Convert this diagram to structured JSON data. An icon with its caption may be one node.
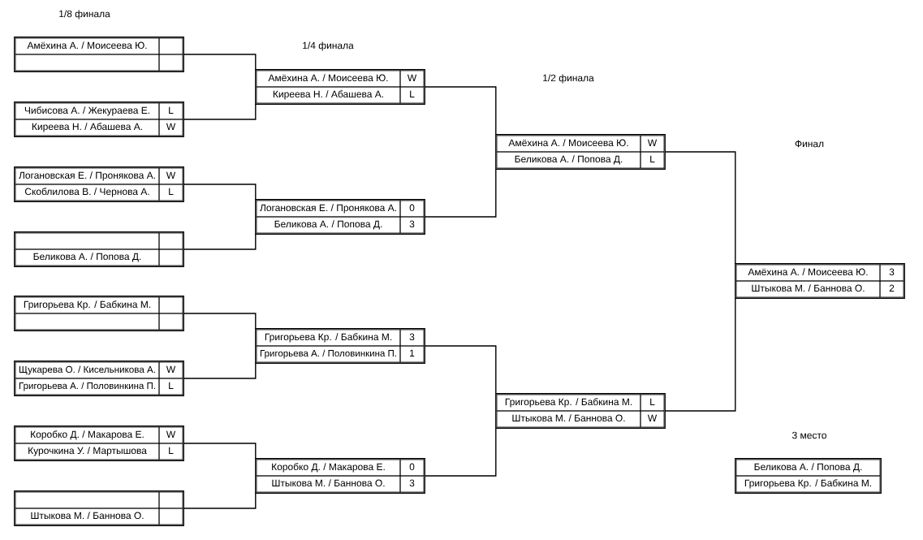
{
  "diagram": {
    "nodes": [
      {
        "text": [],
        "shape": "box"
      },
      {
        "text": [
          "Амёхина А. / Моисеева Ю."
        ],
        "in": 0
      },
      {
        "text": [],
        "shape": "box",
        "in": 0
      },
      {
        "text": [],
        "shape": "box",
        "in": 0
      },
      {
        "text": [],
        "shape": "box",
        "in": 0
      },
      {
        "text": [],
        "shape": "box"
      },
      {
        "text": [
          "Чибисова А. / Жекураева Е."
        ],
        "in": 5
      },
      {
        "text": [
          "L"
        ],
        "in": 5
      },
      {
        "text": [
          "Киреева Н. / Абашева А."
        ],
        "in": 5
      },
      {
        "text": [
          "W"
        ],
        "in": 5
      },
      {
        "text": [],
        "shape": "box"
      },
      {
        "text": [
          "Логановская Е. / Пронякова А."
        ],
        "in": 10
      },
      {
        "text": [
          "W"
        ],
        "in": 10
      },
      {
        "text": [
          "Скоблилова В. / Чернова А."
        ],
        "in": 10
      },
      {
        "text": [
          "L"
        ],
        "in": 10
      },
      {
        "text": [],
        "shape": "box"
      },
      {
        "text": [],
        "shape": "box",
        "in": 15
      },
      {
        "text": [],
        "shape": "box",
        "in": 15
      },
      {
        "text": [
          "Беликова А. / Попова Д."
        ],
        "in": 15
      },
      {
        "text": [],
        "shape": "box",
        "in": 15
      },
      {
        "text": [],
        "shape": "box"
      },
      {
        "text": [
          "Григорьева Кр. / Бабкина М."
        ],
        "in": 20
      },
      {
        "text": [],
        "shape": "box",
        "in": 20
      },
      {
        "text": [],
        "shape": "box",
        "in": 20
      },
      {
        "text": [],
        "shape": "box",
        "in": 20
      },
      {
        "text": [],
        "shape": "box"
      },
      {
        "text": [
          "Щукарева О. / Кисельникова А."
        ],
        "in": 25
      },
      {
        "text": [
          "W"
        ],
        "in": 25
      },
      {
        "text": [
          "Григорьева А. / Половинкина П."
        ],
        "in": 25
      },
      {
        "text": [
          "L"
        ],
        "in": 25
      },
      {
        "text": [],
        "shape": "box"
      },
      {
        "text": [
          "Коробко Д. / Макарова Е."
        ],
        "in": 30
      },
      {
        "text": [
          "W"
        ],
        "in": 30
      },
      {
        "text": [
          "Курочкина У. / Мартышова"
        ],
        "in": 30
      },
      {
        "text": [
          "L"
        ],
        "in": 30
      },
      {
        "text": [],
        "shape": "box"
      },
      {
        "text": [],
        "shape": "box",
        "in": 35
      },
      {
        "text": [],
        "shape": "box",
        "in": 35
      },
      {
        "text": [
          "Штыкова М. / Баннова О."
        ],
        "in": 35
      },
      {
        "text": [],
        "shape": "box",
        "in": 35
      },
      {
        "text": [],
        "shape": "box"
      },
      {
        "text": [
          "Амёхина А. / Моисеева Ю."
        ],
        "in": 40
      },
      {
        "text": [
          "W"
        ],
        "in": 40
      },
      {
        "text": [
          "Киреева Н. / Абашева А."
        ],
        "in": 40
      },
      {
        "text": [
          "L"
        ],
        "in": 40
      },
      {
        "text": [],
        "shape": "box"
      },
      {
        "text": [
          "Логановская Е. / Пронякова А."
        ],
        "in": 45
      },
      {
        "text": [
          "0"
        ],
        "in": 45
      },
      {
        "text": [
          "Беликова А. / Попова Д."
        ],
        "in": 45
      },
      {
        "text": [
          "3"
        ],
        "in": 45
      },
      {
        "text": [],
        "shape": "box"
      },
      {
        "text": [
          "Григорьева Кр. / Бабкина М."
        ],
        "in": 50
      },
      {
        "text": [
          "3"
        ],
        "in": 50
      },
      {
        "text": [
          "Григорьева А. / Половинкина П."
        ],
        "in": 50
      },
      {
        "text": [
          "1"
        ],
        "in": 50
      },
      {
        "text": [],
        "shape": "box"
      },
      {
        "text": [
          "Коробко Д. / Макарова Е."
        ],
        "in": 55
      },
      {
        "text": [
          "0"
        ],
        "in": 55
      },
      {
        "text": [
          "Штыкова М. / Баннова О."
        ],
        "in": 55
      },
      {
        "text": [
          "3"
        ],
        "in": 55
      },
      {
        "text": [],
        "shape": "box"
      },
      {
        "text": [
          "Амёхина А. / Моисеева Ю."
        ],
        "in": 60
      },
      {
        "text": [
          "W"
        ],
        "in": 60
      },
      {
        "text": [
          "Беликова А. / Попова Д."
        ],
        "in": 60
      },
      {
        "text": [
          "L"
        ],
        "in": 60
      },
      {
        "text": [],
        "shape": "box"
      },
      {
        "text": [
          "Григорьева Кр. / Бабкина М."
        ],
        "in": 65
      },
      {
        "text": [
          "L"
        ],
        "in": 65
      },
      {
        "text": [
          "Штыкова М. / Баннова О."
        ],
        "in": 65
      },
      {
        "text": [
          "W"
        ],
        "in": 65
      },
      {
        "text": [],
        "shape": "box"
      },
      {
        "text": [
          "Амёхина А. / Моисеева Ю."
        ],
        "in": 70
      },
      {
        "text": [
          "3"
        ],
        "in": 70
      },
      {
        "text": [
          "Штыкова М. / Баннова О."
        ],
        "in": 70
      },
      {
        "text": [
          "2"
        ],
        "in": 70
      },
      {
        "text": [],
        "shape": "box"
      },
      {
        "text": [
          "Беликова А. / Попова Д."
        ],
        "in": 75
      },
      {
        "text": [
          "Григорьева Кр. / Бабкина М."
        ],
        "in": 75
      }
    ],
    "edges": [
      {
        "from": 0,
        "to": 40,
        "arrow": "none"
      },
      {
        "from": 5,
        "to": 40,
        "arrow": "none"
      },
      {
        "from": 10,
        "to": 45,
        "arrow": "none"
      },
      {
        "from": 15,
        "to": 45,
        "arrow": "none"
      },
      {
        "from": 20,
        "to": 50,
        "arrow": "none"
      },
      {
        "from": 25,
        "to": 50,
        "arrow": "none"
      },
      {
        "from": 30,
        "to": 55,
        "arrow": "none"
      },
      {
        "from": 35,
        "to": 55,
        "arrow": "none"
      },
      {
        "from": 40,
        "to": 60,
        "arrow": "none"
      },
      {
        "from": 45,
        "to": 60,
        "arrow": "none"
      },
      {
        "from": 50,
        "to": 65,
        "arrow": "none"
      },
      {
        "from": 55,
        "to": 65,
        "arrow": "none"
      },
      {
        "from": 60,
        "to": 70,
        "arrow": "none"
      },
      {
        "from": 65,
        "to": 70,
        "arrow": "none"
      }
    ],
    "labels": [
      "1/8 финала",
      "1/4 финала",
      "1/2 финала",
      "Финал",
      "3 место"
    ]
  }
}
